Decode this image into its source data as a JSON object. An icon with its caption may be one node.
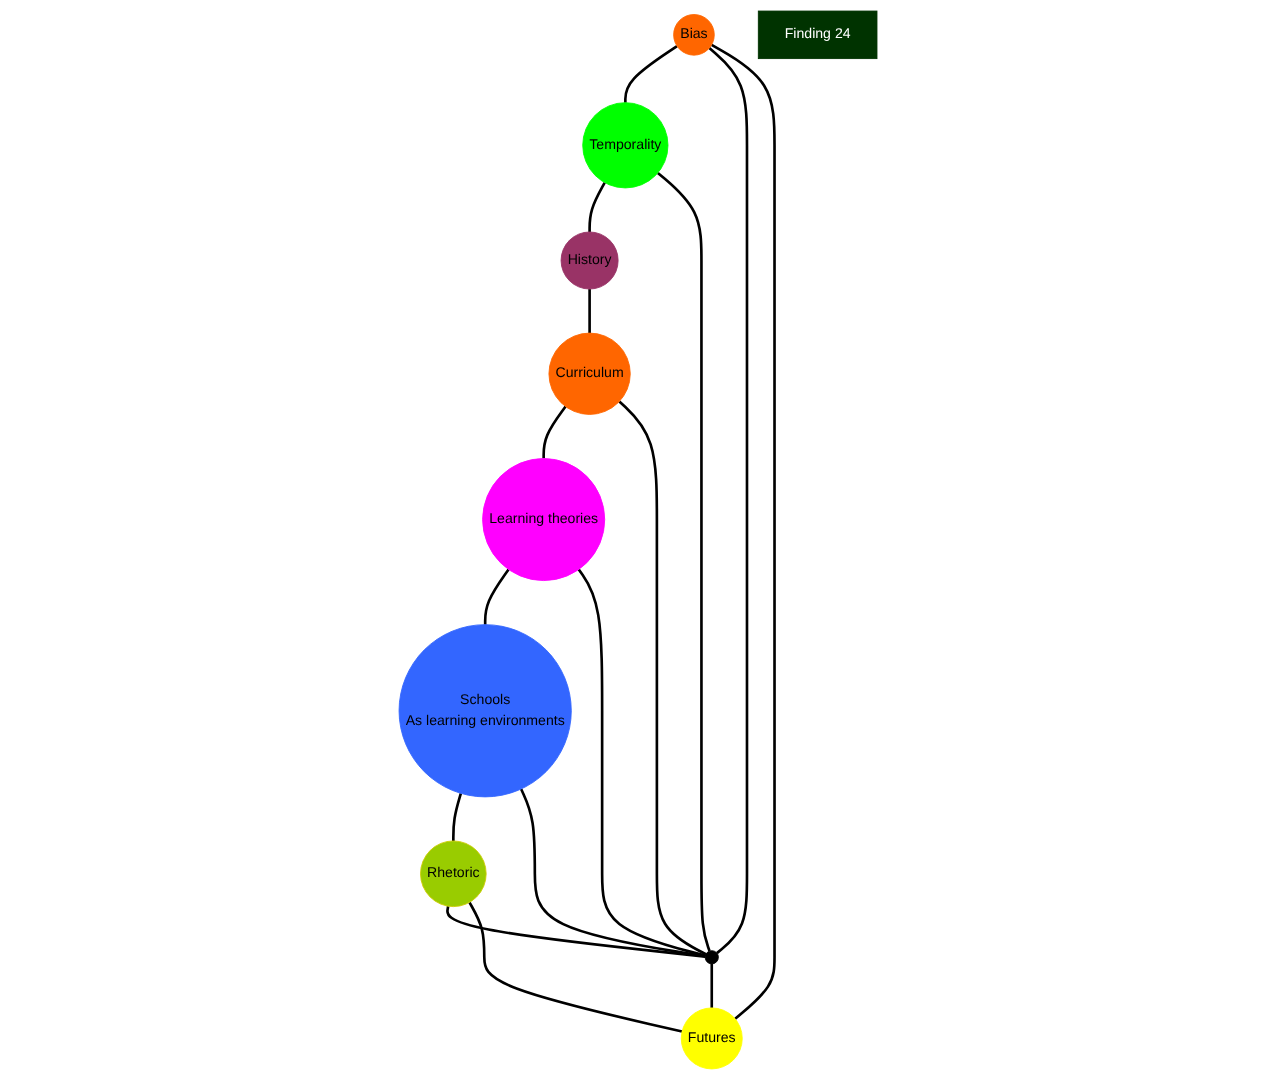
{
  "diagram": {
    "nodes": [
      {
        "text": [
          "Bias"
        ]
      },
      {
        "text": [
          "Futures"
        ]
      },
      {
        "text": [
          "Temporality"
        ]
      },
      {
        "text": [],
        "shape": "circle"
      },
      {
        "text": [
          "Rhetoric"
        ]
      },
      {
        "text": [
          "Finding 24"
        ]
      },
      {
        "text": [
          "History"
        ]
      },
      {
        "text": [
          "Schools",
          "As learning environments"
        ]
      },
      {
        "text": [
          "Curriculum"
        ]
      },
      {
        "text": [
          "Learning theories"
        ]
      }
    ],
    "edges": [
      {
        "from": 3,
        "to": 0,
        "arrow": "none"
      },
      {
        "from": 3,
        "to": 1,
        "arrow": "none"
      },
      {
        "from": 3,
        "to": 2,
        "arrow": "none"
      },
      {
        "from": 4,
        "to": 3,
        "arrow": "none"
      },
      {
        "from": 3,
        "to": 7,
        "arrow": "none"
      },
      {
        "from": 3,
        "to": 9,
        "arrow": "none"
      },
      {
        "from": 3,
        "to": 8,
        "arrow": "none"
      },
      {
        "from": 0,
        "to": 2,
        "arrow": "none"
      },
      {
        "from": 2,
        "to": 6,
        "arrow": "none"
      },
      {
        "from": 6,
        "to": 8,
        "arrow": "none"
      },
      {
        "from": 8,
        "to": 9,
        "arrow": "none"
      },
      {
        "from": 9,
        "to": 7,
        "arrow": "none"
      },
      {
        "from": 7,
        "to": 4,
        "arrow": "none"
      },
      {
        "from": 4,
        "to": 1,
        "arrow": "none"
      },
      {
        "from": 1,
        "to": 0,
        "arrow": "none"
      }
    ]
  }
}
